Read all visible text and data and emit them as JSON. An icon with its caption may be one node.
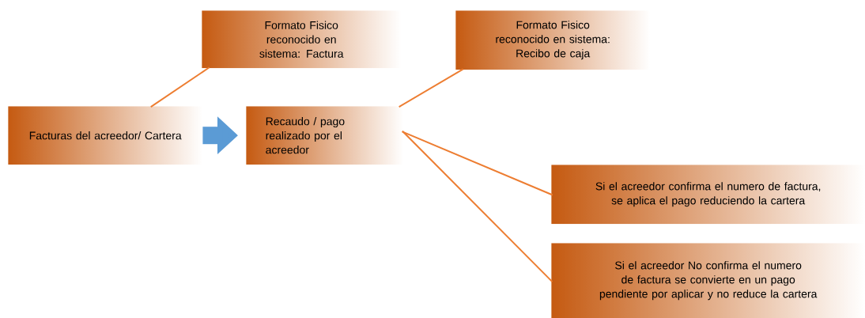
{
  "diagram": {
    "nodes": [
      {
        "text": [
          "Facturas  del acreedor/ Cartera"
        ]
      },
      {
        "text": [
          "Formato Fisico reconocido en sistema: Factura"
        ]
      },
      {
        "text": [
          "Recaudo / pago realizado por el acreedor"
        ]
      },
      {
        "text": [
          "Formato Fisico reconocido en sistema: Recibo de caja"
        ]
      },
      {
        "text": [
          "Si el acreedor confirma el numero de factura, se aplica el pago reduciendo la cartera"
        ]
      },
      {
        "text": [
          "Si el acreedor No confirma el numero de factura se convierte en un pago pendiente por aplicar y no reduce la cartera"
        ]
      }
    ],
    "edges": [
      {
        "from": 0,
        "to": 1,
        "arrow": "none"
      },
      {
        "from": 0,
        "to": 2,
        "arrow": "to",
        "style": "thick",
        "color": "#5b9bd5"
      },
      {
        "from": 2,
        "to": 3,
        "arrow": "none"
      },
      {
        "from": 2,
        "to": 4,
        "arrow": "none"
      },
      {
        "from": 2,
        "to": 5,
        "arrow": "none"
      }
    ]
  }
}
